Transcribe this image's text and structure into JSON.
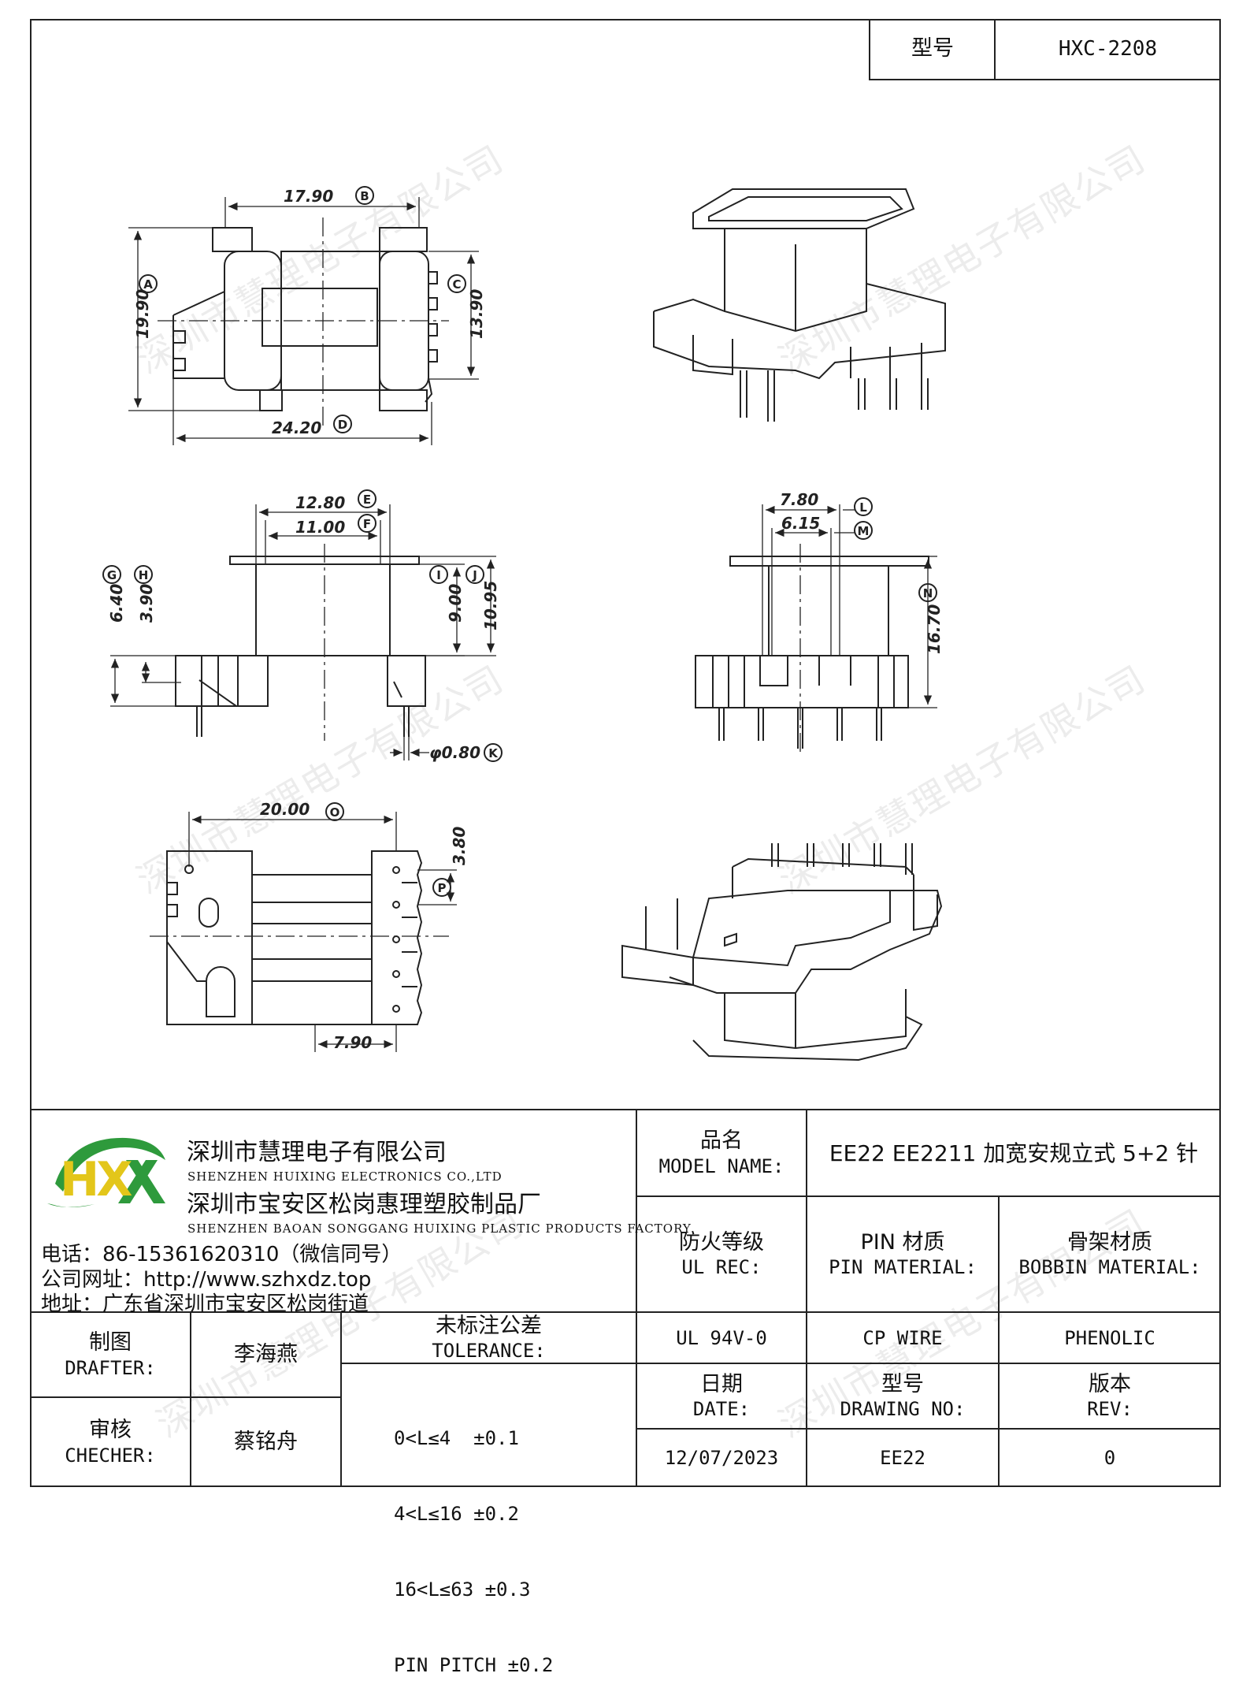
{
  "header": {
    "model_label": "型号",
    "model_value": "HXC-2208"
  },
  "watermark": "深圳市慧理电子有限公司",
  "drawing": {
    "top_view": {
      "dim_b": "17.90",
      "mark_b": "B",
      "dim_a": "19.90",
      "mark_a": "A",
      "dim_c": "13.90",
      "mark_c": "C",
      "dim_d": "24.20",
      "mark_d": "D"
    },
    "side_view": {
      "dim_e": "12.80",
      "mark_e": "E",
      "dim_f": "11.00",
      "mark_f": "F",
      "dim_g": "6.40",
      "mark_g": "G",
      "dim_h": "3.90",
      "mark_h": "H",
      "dim_i": "9.00",
      "mark_i": "I",
      "dim_j": "10.95",
      "mark_j": "J",
      "dim_k": "φ0.80",
      "mark_k": "K"
    },
    "front_view": {
      "dim_l": "7.80",
      "mark_l": "L",
      "dim_m": "6.15",
      "mark_m": "M",
      "dim_n": "16.70",
      "mark_n": "N"
    },
    "bottom_view": {
      "dim_o": "20.00",
      "mark_o": "O",
      "dim_p": "3.80",
      "mark_p": "P",
      "dim_q": "7.90"
    }
  },
  "company": {
    "name_cn": "深圳市慧理电子有限公司",
    "name_en": "SHENZHEN HUIXING ELECTRONICS CO.,LTD",
    "factory_cn": "深圳市宝安区松岗惠理塑胶制品厂",
    "factory_en": "SHENZHEN BAOAN SONGGANG HUIXING PLASTIC PRODUCTS FACTORY",
    "logo_text": "HX",
    "phone": "电话：86-15361620310（微信同号）",
    "website": "公司网址：http://www.szhxdz.top",
    "address": "地址：广东省深圳市宝安区松岗街道"
  },
  "title_block": {
    "model_name_cn": "品名",
    "model_name_en": "MODEL NAME:",
    "model_name_value": "EE22 EE2211 加宽安规立式 5+2 针",
    "ul_rec_cn": "防火等级",
    "ul_rec_en": "UL REC:",
    "pin_material_cn": "PIN 材质",
    "pin_material_en": "PIN MATERIAL:",
    "bobbin_material_cn": "骨架材质",
    "bobbin_material_en": "BOBBIN MATERIAL:",
    "ul_rec_value": "UL 94V-0",
    "pin_material_value": "CP WIRE",
    "bobbin_material_value": "PHENOLIC",
    "drafter_cn": "制图",
    "drafter_en": "DRAFTER:",
    "drafter_value": "李海燕",
    "checker_cn": "审核",
    "checker_en": "CHECHER:",
    "checker_value": "蔡铭舟",
    "tolerance_cn": "未标注公差",
    "tolerance_en": "TOLERANCE:",
    "tolerance_rows": [
      "0<L≤4  ±0.1",
      "4<L≤16 ±0.2",
      "16<L≤63 ±0.3",
      "PIN PITCH ±0.2"
    ],
    "date_cn": "日期",
    "date_en": "DATE:",
    "date_value": "12/07/2023",
    "drawing_no_cn": "型号",
    "drawing_no_en": "DRAWING NO:",
    "drawing_no_value": "EE22",
    "rev_cn": "版本",
    "rev_en": "REV:",
    "rev_value": "0"
  },
  "colors": {
    "logo_green": "#2e9a3c",
    "logo_yellow": "#e3c61a",
    "line": "#222222"
  }
}
